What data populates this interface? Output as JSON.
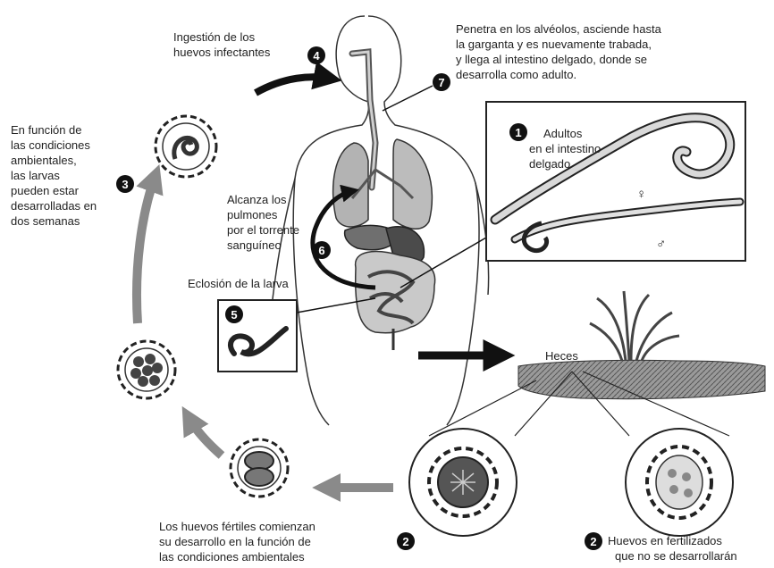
{
  "labels": {
    "ingestion": [
      "Ingestión de los",
      "huevos infectantes"
    ],
    "penetration": [
      "Penetra en los alvéolos, asciende hasta",
      "la garganta y es nuevamente trabada,",
      "y llega al intestino delgado, donde se",
      "desarrolla como adulto."
    ],
    "adults": [
      "Adultos",
      "en el intestino",
      "delgado"
    ],
    "female_symbol": "♀",
    "male_symbol": "♂",
    "environment": [
      "En función de",
      "las condiciones",
      "ambientales,",
      "las larvas",
      "pueden estar",
      "desarrolladas en",
      "dos semanas"
    ],
    "lungs": [
      "Alcanza los",
      "pulmones",
      "por el torrente",
      "sanguíneo"
    ],
    "hatching": "Eclosión de la larva",
    "feces": "Heces",
    "fertile_eggs": [
      "Los huevos fértiles comienzan",
      "su desarrollo en la función de",
      "las condiciones ambientales"
    ],
    "unfertilized": [
      "Huevos en fertilizados",
      "que no se desarrollarán"
    ]
  },
  "steps": {
    "s1": "1",
    "s2a": "2",
    "s2b": "2",
    "s3": "3",
    "s4": "4",
    "s5": "5",
    "s6": "6",
    "s7": "7"
  }
}
